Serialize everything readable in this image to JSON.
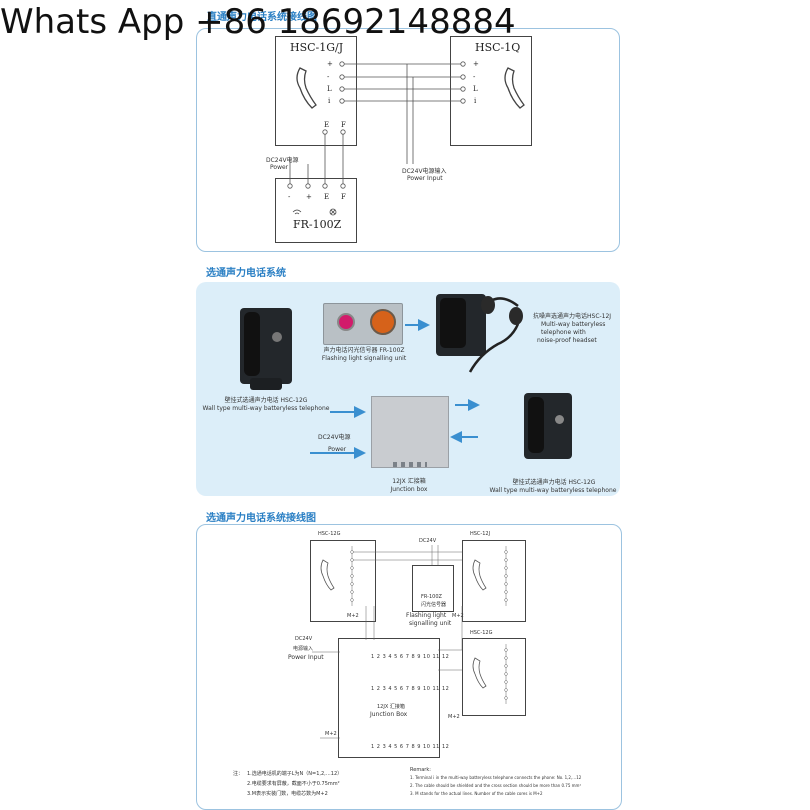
{
  "watermark": "Whats App +86 18692148884",
  "section1": {
    "title": "直通声力电话系统接线图",
    "left_box_title": "HSC-1G/J",
    "right_box_title": "HSC-1Q",
    "terminals": [
      "+",
      "-",
      "L",
      "i"
    ],
    "bottom_terminals": [
      "E",
      "F"
    ],
    "power_label_cn": "DC24V电源",
    "power_label_en": "Power",
    "fr_terminals": [
      "-",
      "+",
      "E",
      "F"
    ],
    "fr_title": "FR-100Z",
    "power_input_cn": "DC24V电源输入",
    "power_input_en": "Power Input"
  },
  "section2": {
    "title": "选通声力电话系统",
    "flash_cn": "声力电话闪光信号器 FR-100Z",
    "flash_en": "Flashing light signalling unit",
    "multi_cn": "抗噪声选通声力电话HSC-12J",
    "multi_en1": "Multi-way batteryless",
    "multi_en2": "telephone with",
    "multi_en3": "noise-proof headset",
    "wall_left_cn": "壁挂式选通声力电话 HSC-12G",
    "wall_left_en": "Wall type multi-way batteryless telephone",
    "power_cn": "DC24V电源",
    "power_en": "Power",
    "jbox_cn": "12JX 汇接箱",
    "jbox_en": "Junction box",
    "wall_right_cn": "壁挂式选通声力电话 HSC-12G",
    "wall_right_en": "Wall type multi-way batteryless telephone"
  },
  "section3": {
    "title": "选通声力电话系统接线图",
    "hsc12g": "HSC-12G",
    "hsc12j": "HSC-12J",
    "hsc12g2": "HSC-12G",
    "dc24v": "DC24V",
    "fr": "FR-100Z",
    "fr_cn": "闪光信号器",
    "fr_en1": "Flashing light",
    "fr_en2": "signalling unit",
    "power_cn1": "DC24V",
    "power_cn2": "电源输入",
    "power_en": "Power Input",
    "jbox_cn": "12JX 汇接箱",
    "jbox_en": "Junction Box",
    "m2": "M+2",
    "numbers": [
      "1",
      "2",
      "3",
      "4",
      "5",
      "6",
      "7",
      "8",
      "9",
      "10",
      "11",
      "12"
    ],
    "notes_cn_title": "注：",
    "notes_cn": [
      "1.选通电话机的端子L为N（N=1,2,…12）",
      "2.电缆要求有屏蔽，截面不小于0.75mm²",
      "3.M表示实装门数，电缆芯数为M+2"
    ],
    "notes_en_title": "Remark:",
    "notes_en": [
      "1. Terminal i in the multi-way batteryless telephone connects the phone: No. 1,2,…12",
      "2. The cable should be shielded and the cross section should be more than 0.75 mm²",
      "3. M stands for the actual lines. Number of the cable cores is M+2"
    ]
  },
  "colors": {
    "accent": "#2a7fc4",
    "panel_border": "#9cc3e0",
    "panel_fill": "#dceef9"
  }
}
